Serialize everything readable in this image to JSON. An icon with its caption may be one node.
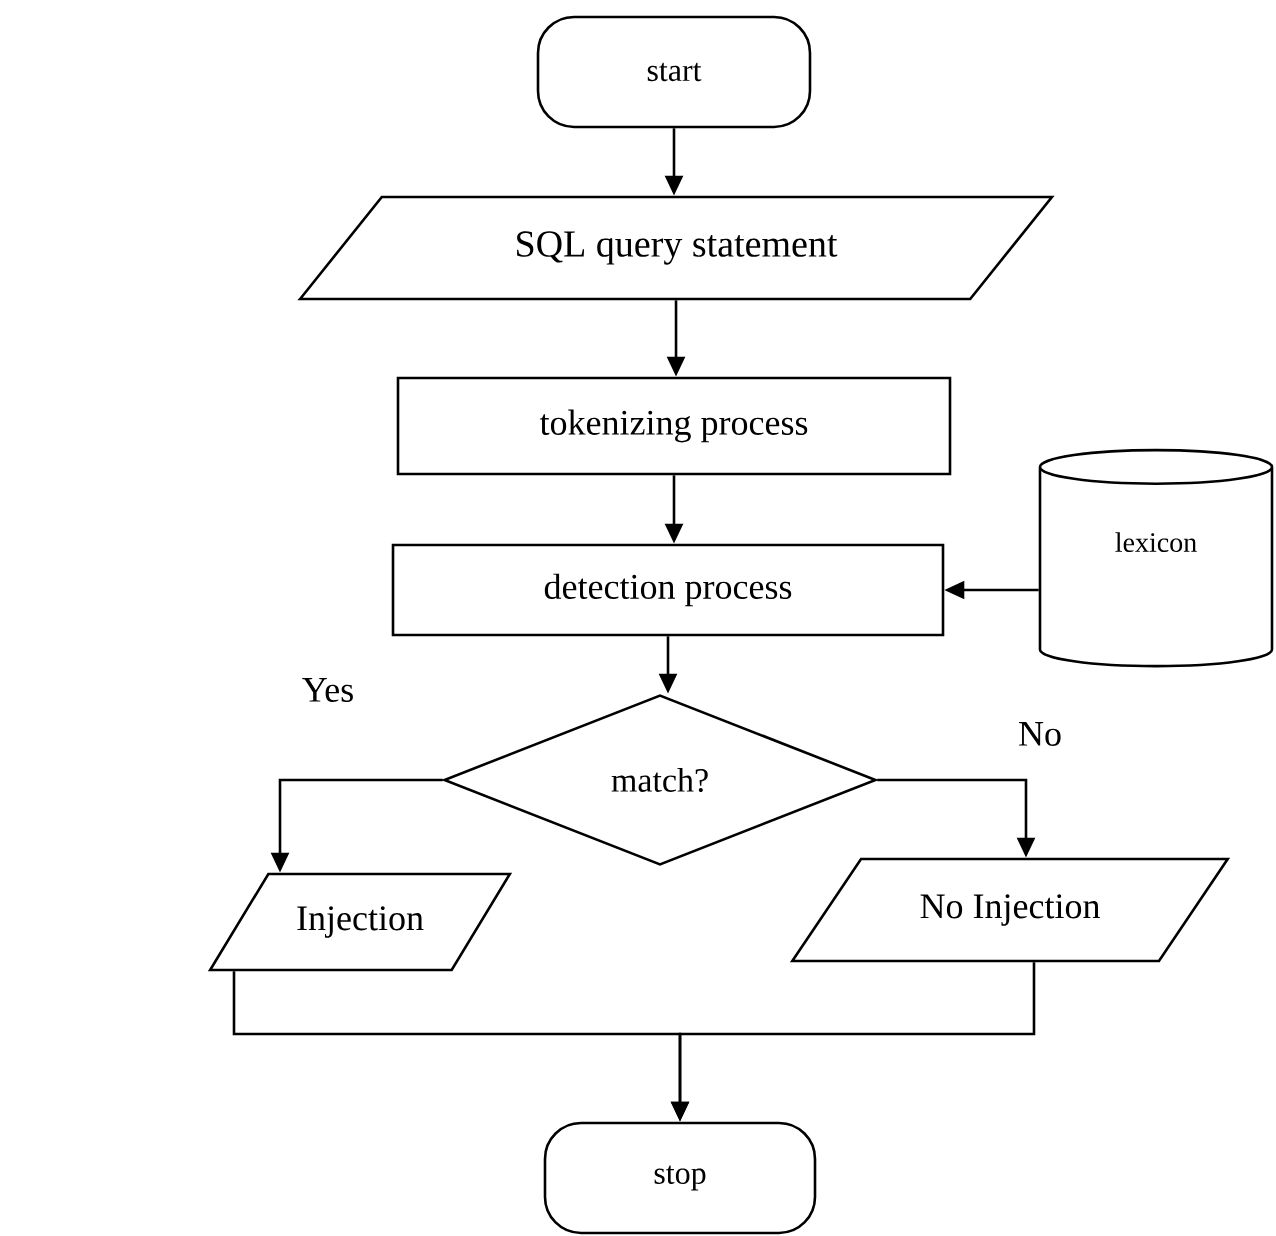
{
  "diagram": {
    "nodes": [
      {
        "text": [
          "start"
        ]
      },
      {
        "text": [
          "SQL query statement"
        ]
      },
      {
        "text": [
          "tokenizing process"
        ]
      },
      {
        "text": [
          "detection process"
        ]
      },
      {
        "text": [
          "lexicon"
        ]
      },
      {
        "text": [
          "match?"
        ]
      },
      {
        "text": [
          "Injection"
        ]
      },
      {
        "text": [
          "No Injection"
        ]
      },
      {
        "text": [
          "stop"
        ]
      }
    ],
    "edges": [
      {
        "from": 0,
        "to": 1,
        "arrow": "to"
      },
      {
        "from": 1,
        "to": 2,
        "arrow": "to"
      },
      {
        "from": 2,
        "to": 3,
        "arrow": "to"
      },
      {
        "from": 4,
        "to": 3,
        "arrow": "to"
      },
      {
        "from": 3,
        "to": 5,
        "arrow": "to"
      },
      {
        "from": 5,
        "to": 6,
        "arrow": "to",
        "label": "Yes"
      },
      {
        "from": 5,
        "to": 7,
        "arrow": "to",
        "label": "No"
      },
      {
        "from": 6,
        "to": 8,
        "arrow": "to"
      },
      {
        "from": 7,
        "to": 8,
        "arrow": "to"
      }
    ]
  }
}
